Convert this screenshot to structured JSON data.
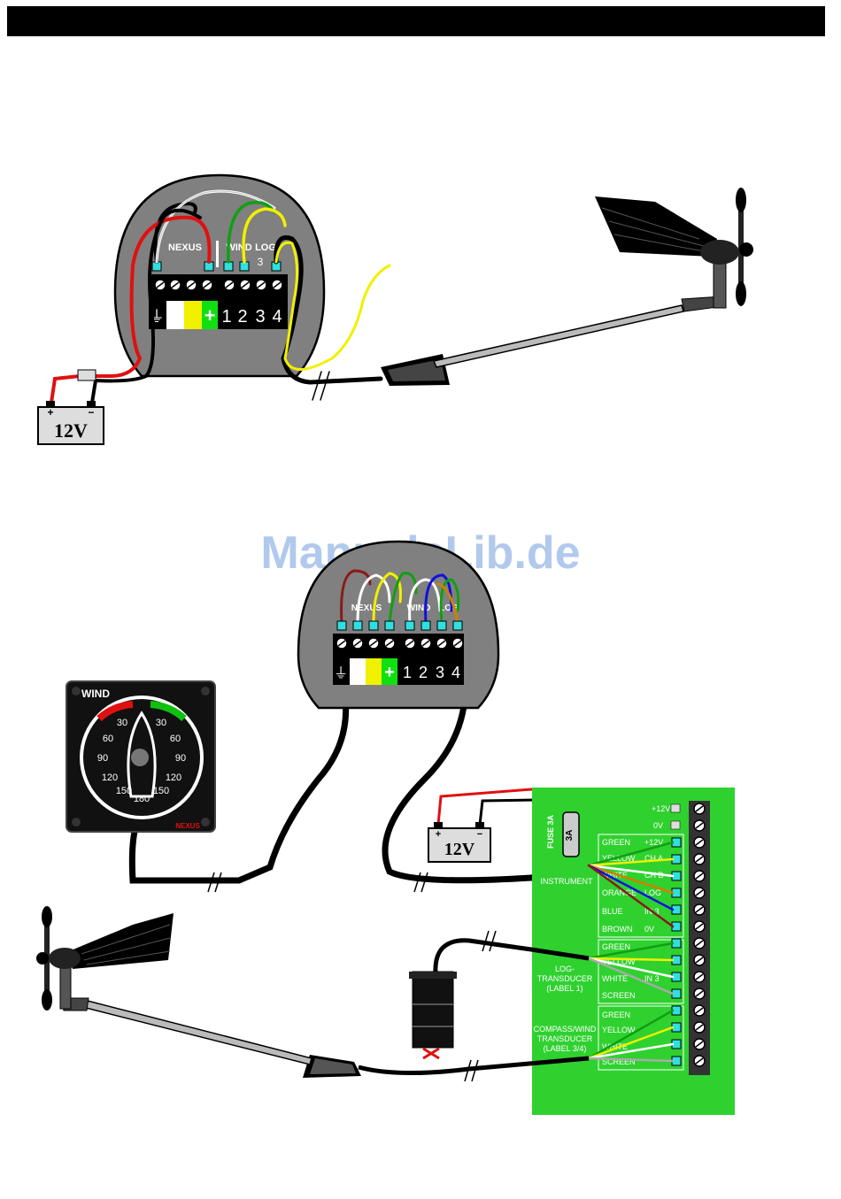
{
  "diagram1": {
    "block_labels": [
      "NEXUS",
      "WIND",
      "LOG",
      "3"
    ],
    "terminal_numbers": [
      "1",
      "2",
      "3",
      "4"
    ],
    "plus_sign": "+",
    "battery_label": "12V",
    "battery_plus": "+",
    "battery_minus": "−"
  },
  "watermark": "ManualsLib.de",
  "diagram2": {
    "block_labels": [
      "NEXUS",
      "WIND",
      "LOG"
    ],
    "terminal_numbers": [
      "1",
      "2",
      "3",
      "4"
    ],
    "plus_sign": "+",
    "instrument": {
      "brand": "WIND",
      "maker": "NEXUS",
      "scale_labels": [
        "30",
        "60",
        "90",
        "120",
        "150",
        "180",
        "150",
        "120",
        "90",
        "60",
        "30"
      ]
    },
    "battery_label": "12V",
    "battery_plus": "+",
    "battery_minus": "−",
    "panel": {
      "fuse_label": "FUSE 3A",
      "fuse_value": "3A",
      "power_labels": [
        "+12V",
        "0V"
      ],
      "instrument_label": "INSTRUMENT",
      "instrument_wires": [
        {
          "color": "GREEN",
          "function": "+12V"
        },
        {
          "color": "YELLOW",
          "function": "CH A"
        },
        {
          "color": "WHITE",
          "function": "CH B"
        },
        {
          "color": "ORANGE",
          "function": "LOG"
        },
        {
          "color": "BLUE",
          "function": "IN 3"
        },
        {
          "color": "BROWN",
          "function": "0V"
        }
      ],
      "log_label_lines": [
        "LOG-",
        "TRANSDUCER",
        "(LABEL 1)"
      ],
      "log_wires": [
        "GREEN",
        "YELLOW",
        "WHITE",
        "SCREEN"
      ],
      "log_function": "IN 3",
      "compass_label_lines": [
        "COMPASS/WIND",
        "TRANSDUCER",
        "(LABEL 3/4)"
      ],
      "compass_wires": [
        "GREEN",
        "YELLOW",
        "WHITE",
        "SCREEN"
      ]
    }
  },
  "colors": {
    "panel_green": "#2fd12f",
    "case_gray": "#808080",
    "terminal_cyan": "#30e0e0",
    "wire_red": "#e01010",
    "wire_yellow": "#f0f000",
    "wire_green": "#10a010",
    "wire_white": "#ffffff",
    "wire_brown": "#8a1a1a",
    "wire_blue": "#1010e0",
    "wire_orange": "#d08000",
    "watermark": "#a9c4ea"
  }
}
